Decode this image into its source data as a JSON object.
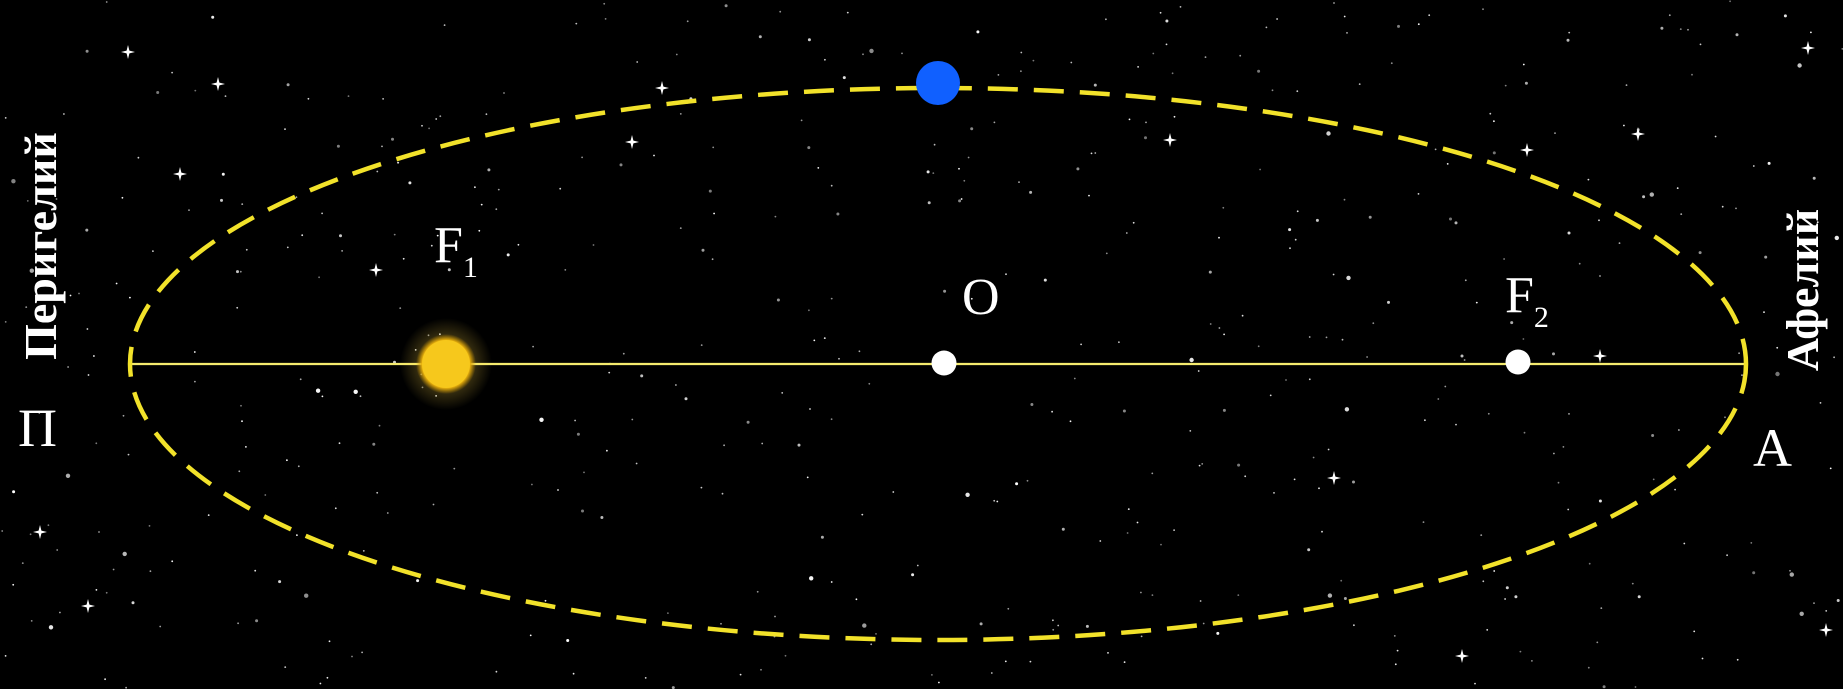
{
  "labels": {
    "perihelion_word": "Перигелий",
    "aphelion_word": "Афелий",
    "perihelion_letter": "П",
    "aphelion_letter": "А",
    "focus1_letter": "F",
    "focus1_subscript": "1",
    "focus2_letter": "F",
    "focus2_subscript": "2",
    "center_letter": "O"
  },
  "colors": {
    "background": "#000000",
    "orbit": "#f2e22a",
    "major_axis": "#f5eb6e",
    "sun": "#f5c518",
    "planet": "#1060ff",
    "points": "#ffffff",
    "text": "#ffffff",
    "stars": "#ffffff"
  },
  "icons": {
    "sun": "sun-icon",
    "planet": "planet-icon"
  }
}
